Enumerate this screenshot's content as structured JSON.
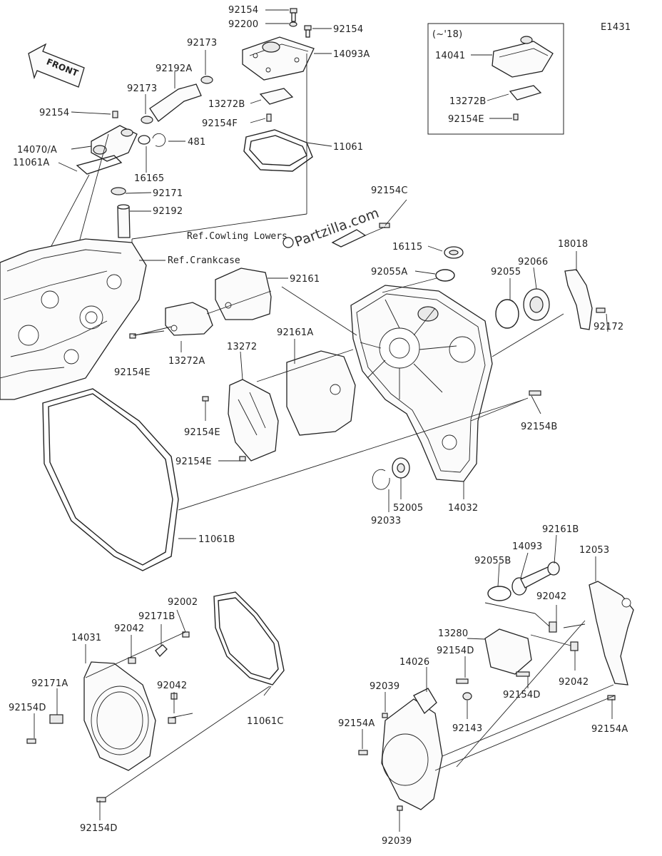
{
  "diagram_id": "E1431",
  "front_label": "FRONT",
  "inset_label": "(~'18)",
  "watermark": "Partzilla.com",
  "references": {
    "cowling": "Ref.Cowling Lowers",
    "crankcase": "Ref.Crankcase"
  },
  "callouts": [
    "92154",
    "92200",
    "92154",
    "92173",
    "14093A",
    "92192A",
    "92173",
    "92154",
    "14070/A",
    "13272B",
    "92154F",
    "481",
    "11061",
    "16165",
    "11061A",
    "92171",
    "92192",
    "14041",
    "13272B",
    "92154E",
    "92154C",
    "16115",
    "92055A",
    "18018",
    "92055",
    "92066",
    "92161",
    "92161A",
    "13272",
    "92154E",
    "13272A",
    "92172",
    "92154E",
    "92154B",
    "92154E",
    "52005",
    "14032",
    "92033",
    "11061B",
    "92161B",
    "14093",
    "92055B",
    "12053",
    "92042",
    "92002",
    "92171B",
    "92042",
    "14031",
    "92042",
    "13280",
    "92154D",
    "14026",
    "92039",
    "92171A",
    "92154D",
    "11061C",
    "92154A",
    "92143",
    "92154D",
    "92042",
    "92154A",
    "92154D",
    "92039"
  ]
}
